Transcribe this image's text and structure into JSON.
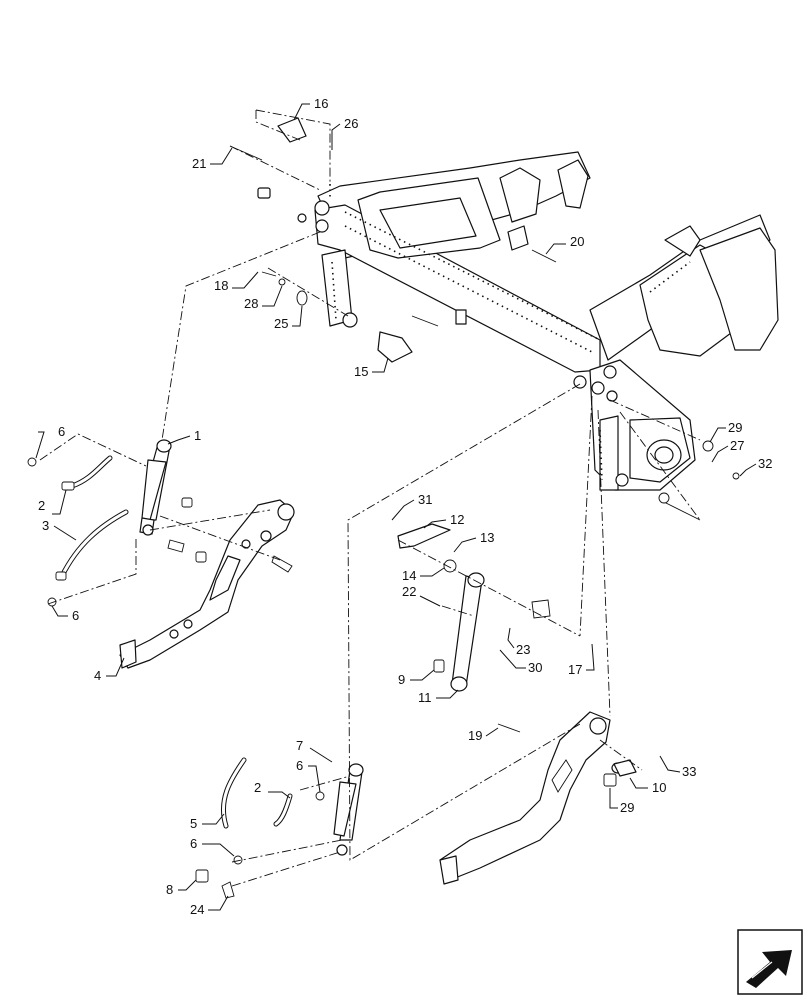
{
  "diagram": {
    "callouts": [
      {
        "id": "c1",
        "label": "1"
      },
      {
        "id": "c2a",
        "label": "2"
      },
      {
        "id": "c2b",
        "label": "2"
      },
      {
        "id": "c3",
        "label": "3"
      },
      {
        "id": "c4",
        "label": "4"
      },
      {
        "id": "c5",
        "label": "5"
      },
      {
        "id": "c6a",
        "label": "6"
      },
      {
        "id": "c6b",
        "label": "6"
      },
      {
        "id": "c6c",
        "label": "6"
      },
      {
        "id": "c6d",
        "label": "6"
      },
      {
        "id": "c7",
        "label": "7"
      },
      {
        "id": "c8",
        "label": "8"
      },
      {
        "id": "c9",
        "label": "9"
      },
      {
        "id": "c10",
        "label": "10"
      },
      {
        "id": "c11",
        "label": "11"
      },
      {
        "id": "c12",
        "label": "12"
      },
      {
        "id": "c13",
        "label": "13"
      },
      {
        "id": "c14",
        "label": "14"
      },
      {
        "id": "c15",
        "label": "15"
      },
      {
        "id": "c16",
        "label": "16"
      },
      {
        "id": "c17",
        "label": "17"
      },
      {
        "id": "c18",
        "label": "18"
      },
      {
        "id": "c19",
        "label": "19"
      },
      {
        "id": "c20",
        "label": "20"
      },
      {
        "id": "c21",
        "label": "21"
      },
      {
        "id": "c22",
        "label": "22"
      },
      {
        "id": "c23",
        "label": "23"
      },
      {
        "id": "c24",
        "label": "24"
      },
      {
        "id": "c25",
        "label": "25"
      },
      {
        "id": "c26",
        "label": "26"
      },
      {
        "id": "c27",
        "label": "27"
      },
      {
        "id": "c28",
        "label": "28"
      },
      {
        "id": "c29a",
        "label": "29"
      },
      {
        "id": "c29b",
        "label": "29"
      },
      {
        "id": "c30",
        "label": "30"
      },
      {
        "id": "c31",
        "label": "31"
      },
      {
        "id": "c32",
        "label": "32"
      },
      {
        "id": "c33",
        "label": "33"
      }
    ],
    "nav_icon": "next-page-arrow-icon",
    "colors": {
      "ink": "#111111",
      "paper": "#ffffff"
    }
  }
}
